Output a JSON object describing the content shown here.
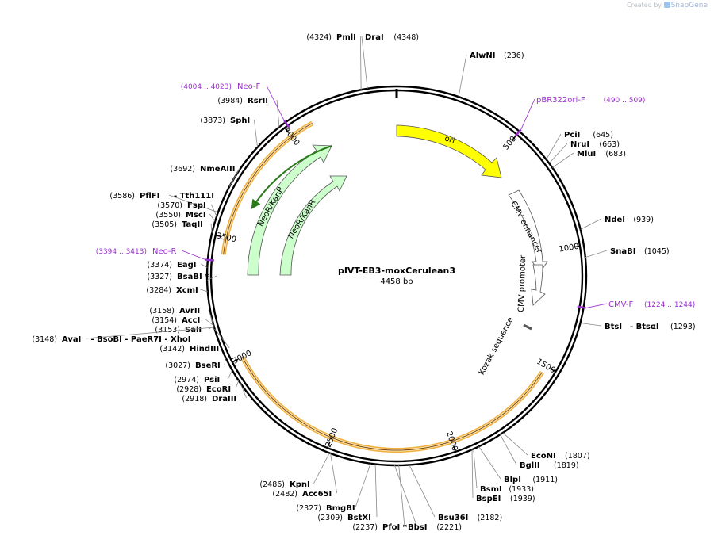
{
  "credit": {
    "prefix": "Created by",
    "brand": "SnapGene"
  },
  "plasmid": {
    "name": "pIVT-EB3-moxCerulean3",
    "length_label": "4458 bp",
    "length": 4458
  },
  "enzymes": [
    {
      "name": "PmlI",
      "pos": "(4324)",
      "site": 4324,
      "side": "L"
    },
    {
      "name": "DraI",
      "pos": "(4348)",
      "site": 4348,
      "side": "R"
    },
    {
      "name": "AlwNI",
      "pos": "(236)",
      "site": 236,
      "side": "R"
    },
    {
      "name": "RsrII",
      "pos": "(3984)",
      "site": 3984,
      "side": "L"
    },
    {
      "name": "SphI",
      "pos": "(3873)",
      "site": 3873,
      "side": "L"
    },
    {
      "name": "NmeAIII",
      "pos": "(3692)",
      "site": 3692,
      "side": "L"
    },
    {
      "name": "PflFI",
      "pos": "(3586)",
      "site": 3586,
      "side": "L",
      "extra": "- Tth111I"
    },
    {
      "name": "FspI",
      "pos": "(3570)",
      "site": 3570,
      "side": "L"
    },
    {
      "name": "MscI",
      "pos": "(3550)",
      "site": 3550,
      "side": "L"
    },
    {
      "name": "TaqII",
      "pos": "(3505)",
      "site": 3505,
      "side": "L"
    },
    {
      "name": "EagI",
      "pos": "(3374)",
      "site": 3374,
      "side": "L"
    },
    {
      "name": "BsaBI *",
      "pos": "(3327)",
      "site": 3327,
      "side": "L"
    },
    {
      "name": "XcmI",
      "pos": "(3284)",
      "site": 3284,
      "side": "L"
    },
    {
      "name": "AvrII",
      "pos": "(3158)",
      "site": 3158,
      "side": "L"
    },
    {
      "name": "AccI",
      "pos": "(3154)",
      "site": 3154,
      "side": "L"
    },
    {
      "name": "SalI",
      "pos": "(3153)",
      "site": 3153,
      "side": "L"
    },
    {
      "name": "AvaI",
      "pos": "(3148)",
      "site": 3148,
      "side": "L",
      "extra": "- BsoBI   - PaeR7I   - XhoI"
    },
    {
      "name": "HindIII",
      "pos": "(3142)",
      "site": 3142,
      "side": "L"
    },
    {
      "name": "BseRI",
      "pos": "(3027)",
      "site": 3027,
      "side": "L"
    },
    {
      "name": "PsiI",
      "pos": "(2974)",
      "site": 2974,
      "side": "L"
    },
    {
      "name": "EcoRI",
      "pos": "(2928)",
      "site": 2928,
      "side": "L"
    },
    {
      "name": "DraIII",
      "pos": "(2918)",
      "site": 2918,
      "side": "L"
    },
    {
      "name": "KpnI",
      "pos": "(2486)",
      "site": 2486,
      "side": "L"
    },
    {
      "name": "Acc65I",
      "pos": "(2482)",
      "site": 2482,
      "side": "L"
    },
    {
      "name": "BmgBI",
      "pos": "(2327)",
      "site": 2327,
      "side": "L"
    },
    {
      "name": "BstXI",
      "pos": "(2309)",
      "site": 2309,
      "side": "L"
    },
    {
      "name": "PfoI *",
      "pos": "(2237)",
      "site": 2237,
      "side": "L"
    },
    {
      "name": "BbsI",
      "pos": "(2221)",
      "site": 2221,
      "side": "R"
    },
    {
      "name": "Bsu36I",
      "pos": "(2182)",
      "site": 2182,
      "side": "R"
    },
    {
      "name": "BspEI",
      "pos": "(1939)",
      "site": 1939,
      "side": "R"
    },
    {
      "name": "BsmI",
      "pos": "(1933)",
      "site": 1933,
      "side": "R"
    },
    {
      "name": "BlpI",
      "pos": "(1911)",
      "site": 1911,
      "side": "R"
    },
    {
      "name": "BglII",
      "pos": "(1819)",
      "site": 1819,
      "side": "R"
    },
    {
      "name": "EcoNI",
      "pos": "(1807)",
      "site": 1807,
      "side": "R"
    },
    {
      "name": "BtsI",
      "pos": "(1293)",
      "site": 1293,
      "side": "R",
      "extra": "- BtsαI"
    },
    {
      "name": "SnaBI",
      "pos": "(1045)",
      "site": 1045,
      "side": "R"
    },
    {
      "name": "NdeI",
      "pos": "(939)",
      "site": 939,
      "side": "R"
    },
    {
      "name": "MluI",
      "pos": "(683)",
      "site": 683,
      "side": "R"
    },
    {
      "name": "NruI",
      "pos": "(663)",
      "site": 663,
      "side": "R"
    },
    {
      "name": "PciI",
      "pos": "(645)",
      "site": 645,
      "side": "R"
    }
  ],
  "primers": [
    {
      "name": "Neo-F",
      "range": "(4004 .. 4023)",
      "start": 4004,
      "end": 4023,
      "side": "L"
    },
    {
      "name": "pBR322ori-F",
      "range": "(490 .. 509)",
      "start": 490,
      "end": 509,
      "side": "R"
    },
    {
      "name": "Neo-R",
      "range": "(3394 .. 3413)",
      "start": 3394,
      "end": 3413,
      "side": "L"
    },
    {
      "name": "CMV-F",
      "range": "(1224 .. 1244)",
      "start": 1224,
      "end": 1244,
      "side": "R"
    }
  ],
  "ticks": [
    "500",
    "1000",
    "1500",
    "2000",
    "2500",
    "3000",
    "3500",
    "4000"
  ],
  "features": [
    {
      "name": "ori",
      "color": "#ffff00"
    },
    {
      "name": "CMV enhancer",
      "color": "#ffffff"
    },
    {
      "name": "CMV promoter",
      "color": "#ffffff"
    },
    {
      "name": "Kozak sequence",
      "color": "#ffffff"
    },
    {
      "name": "NeoR/KanR",
      "color": "#ccffcc"
    },
    {
      "name": "NeoR/KanR",
      "color": "#ccffcc"
    }
  ],
  "colors": {
    "backbone": "#000000",
    "primer": "#9a2fce",
    "orf_outline": "#f0b040",
    "orf_inner": "#ffe9b8",
    "feature_ori": "#ffff00",
    "feature_neo": "#ccffcc",
    "feature_dark": "#2a7a1a"
  }
}
